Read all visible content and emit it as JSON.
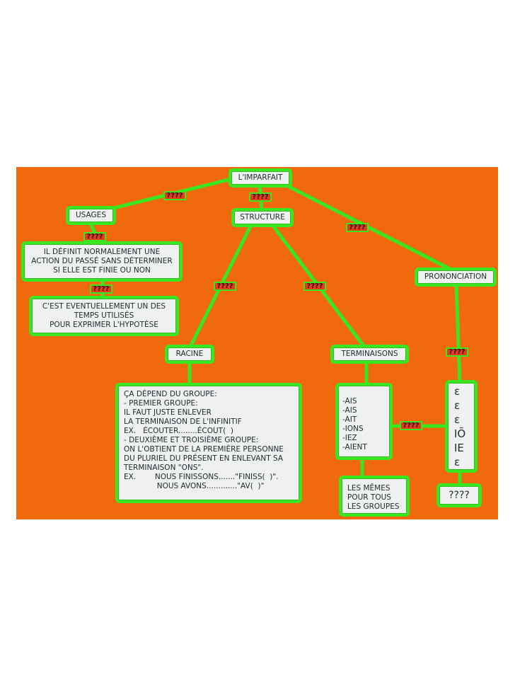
{
  "nodes": {
    "root": "L'IMPARFAIT",
    "usages": "USAGES",
    "structure": "STRUCTURE",
    "prononciation": "PRONONCIATION",
    "usage1": "IL DÉFINIT NORMALEMENT UNE\nACTION DU PASSÉ SANS DÉTERMINER\nSI ELLE EST FINIE OU NON",
    "usage2": "C'EST EVENTUELLEMENT UN DES\nTEMPS UTILISÉS\nPOUR EXPRIMER L'HYPOTÈSE",
    "racine": "RACINE",
    "terminaisons": "TERMINAISONS",
    "racine_detail": "ÇA DÉPEND DU GROUPE:\n- PREMIER GROUPE:\nIL FAUT JUSTE ENLEVER\nLA TERMINAISON DE L'INFINITIF\nEX.   ÉCOUTER........ÉCOUT(  )\n- DEUXIÈME ET TROISIÈME GROUPE:\nON L'OBTIENT DE LA PREMIÈRE PERSONNE\nDU PLURIEL DU PRÉSENT EN ENLEVANT SA\nTERMINAISON \"ONS\".\nEX.        NOUS FINISSONS.......\"FINISS(  )\".\n              NOUS AVONS.............\"AV(  )\"",
    "endings": "-AIS\n-AIS\n-AIT\n-IONS\n-IEZ\n-AIENT",
    "same": "LES MÊMES\nPOUR TOUS\nLES GROUPES",
    "sounds": "ε\nε\nε\nIÕ\nIE\nε",
    "unknown": "????"
  },
  "link_labels": {
    "root_usages": "????",
    "root_structure": "????",
    "root_prononciation": "????",
    "usages_usage1": "????",
    "usage1_usage2": "????",
    "structure_racine": "????",
    "structure_terminaisons": "????",
    "prononciation_sounds": "????",
    "endings_sounds": "????"
  },
  "colors": {
    "background": "#f06a0d",
    "node_fill": "#eef0f2",
    "border_green": "#39e61f",
    "label_red": "#e53a1e"
  }
}
